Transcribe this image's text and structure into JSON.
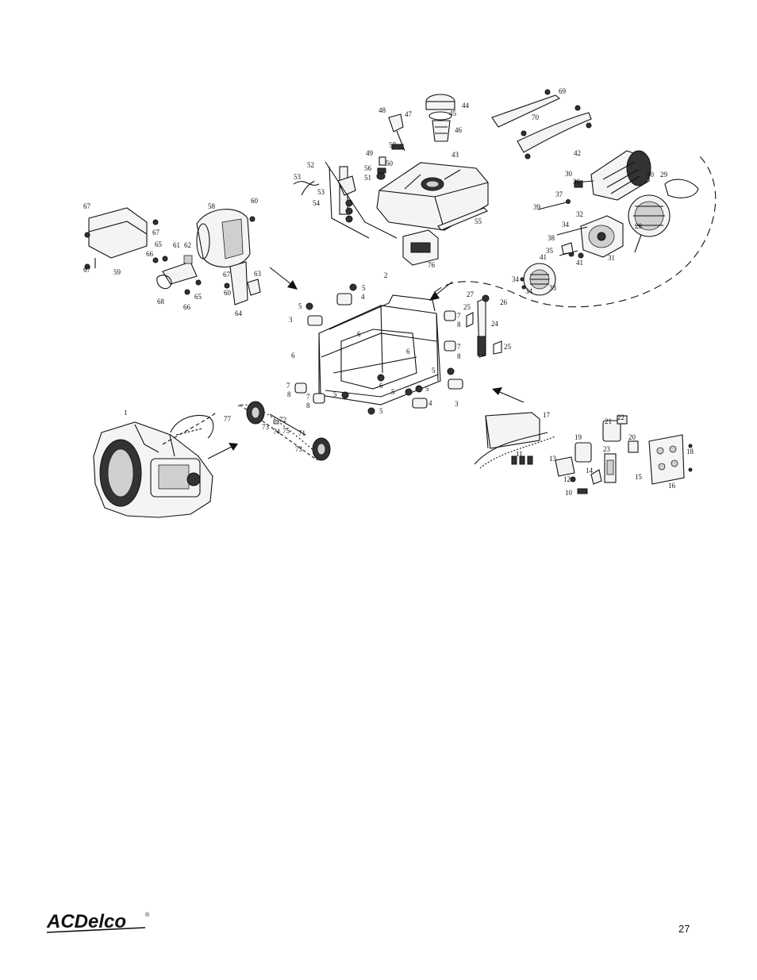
{
  "diagram": {
    "labels": [
      "1",
      "2",
      "3",
      "3",
      "4",
      "4",
      "5",
      "5",
      "5",
      "5",
      "5",
      "5",
      "5",
      "6",
      "6",
      "6",
      "6",
      "7",
      "7",
      "7",
      "7",
      "8",
      "8",
      "8",
      "8",
      "10",
      "11",
      "12",
      "13",
      "14",
      "15",
      "16",
      "17",
      "18",
      "19",
      "20",
      "21",
      "22",
      "23",
      "24",
      "25",
      "25",
      "26",
      "27",
      "28",
      "29",
      "30",
      "31",
      "32",
      "33",
      "34",
      "34",
      "34",
      "35",
      "36",
      "37",
      "38",
      "39",
      "40",
      "41",
      "41",
      "42",
      "43",
      "44",
      "45",
      "46",
      "47",
      "48",
      "49",
      "50",
      "51",
      "52",
      "53",
      "53",
      "54",
      "55",
      "56",
      "57",
      "58",
      "59",
      "60",
      "60",
      "61",
      "62",
      "63",
      "64",
      "65",
      "65",
      "66",
      "66",
      "67",
      "67",
      "67",
      "67",
      "68",
      "69",
      "70",
      "71",
      "72",
      "73",
      "73",
      "74",
      "75",
      "76",
      "77"
    ]
  },
  "footer": {
    "brand": "ACDelco",
    "registered": "®",
    "page_number": "27"
  }
}
